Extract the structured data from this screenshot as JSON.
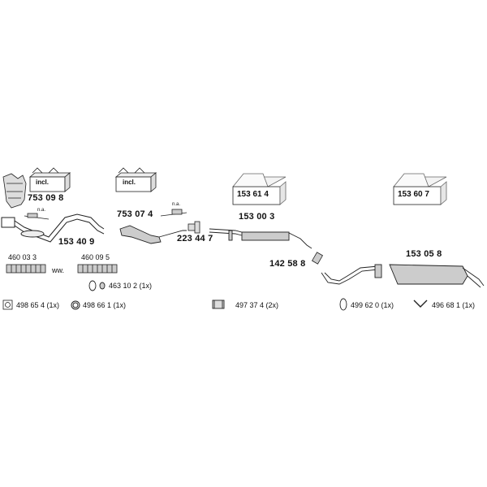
{
  "kits": [
    {
      "label": "incl.",
      "part": "753 09 8"
    },
    {
      "label": "incl.",
      "part": ""
    },
    {
      "label": "",
      "part": "153 61 4"
    },
    {
      "label": "",
      "part": "153 60 7"
    }
  ],
  "parts": {
    "catalyst": "753 07 4",
    "front_pipe": "153 40 9",
    "gasket_223": "223 44 7",
    "mid_muffler": "153 00 3",
    "connector": "142 58 8",
    "rear_muffler": "153 05 8",
    "flex_a": "460 03 3",
    "flex_b": "460 09 5",
    "ring_463": "463 10 2 (1x)",
    "sensor_note_a": "n.a.",
    "sensor_note_b": "n.a.",
    "ww": "ww."
  },
  "legend": [
    {
      "icon": "bracket-square-icon",
      "text": "498 65 4  (1x)"
    },
    {
      "icon": "ring-icon",
      "text": "498 66 1 (1x)"
    },
    {
      "icon": "rubber-hanger-icon",
      "text": "497 37 4  (2x)"
    },
    {
      "icon": "oval-clamp-icon",
      "text": "499 62 0  (1x)"
    },
    {
      "icon": "y-bracket-icon",
      "text": "496 68 1 (1x)"
    }
  ]
}
